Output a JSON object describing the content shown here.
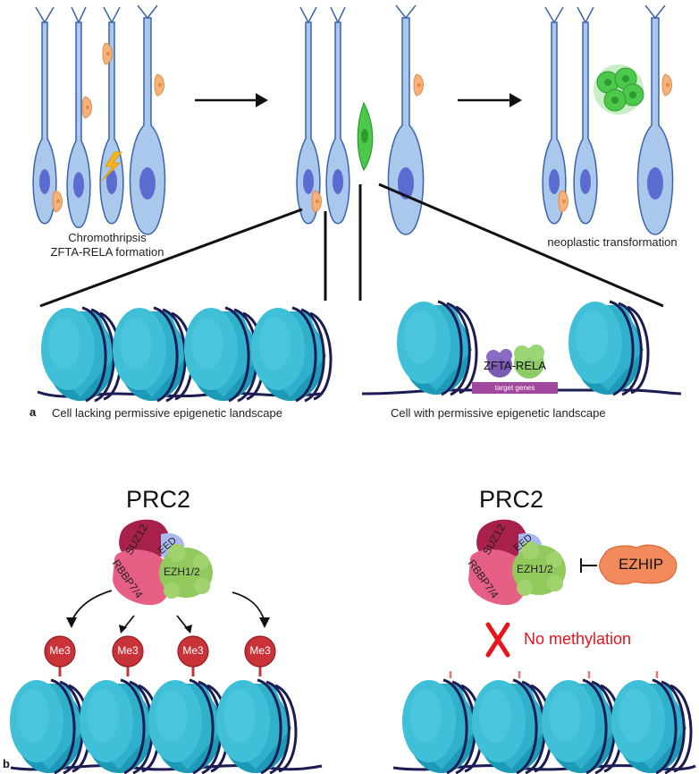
{
  "panel_a": {
    "letter": "a",
    "stage1_caption_line1": "Chromothripsis",
    "stage1_caption_line2": "ZFTA-RELA formation",
    "stage3_caption": "neoplastic transformation",
    "left_caption": "Cell lacking permissive epigenetic landscape",
    "right_caption": "Cell with permissive epigenetic landscape",
    "fusion_label": "ZFTA-RELA",
    "target_label": "target genes"
  },
  "panel_b": {
    "letter": "b",
    "left_complex_title": "PRC2",
    "right_complex_title": "PRC2",
    "subunits": [
      "SUZ12",
      "EED",
      "RBBP7/4",
      "EZH1/2"
    ],
    "mark_label": "Me3",
    "inhibitor_label": "EZHIP",
    "no_methylation_label": "No methylation",
    "x_mark": "X"
  },
  "colors": {
    "cell_fill": "#a9c8ec",
    "cell_stroke": "#3c64a8",
    "nucleus": "#5a6cd0",
    "nucleosome": "#3fbfd8",
    "nucleosome_dark": "#1c9ab8",
    "dna": "#1c1c54",
    "tumor_green": "#4cc94a",
    "inhibitor_orange": "#f28a5c",
    "mark_red": "#c93338",
    "alert_red": "#e8141b"
  }
}
